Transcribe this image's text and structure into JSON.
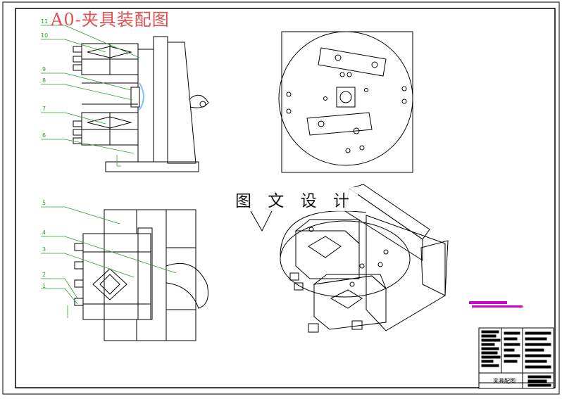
{
  "drawing": {
    "title": "A0-夹具装配图",
    "watermark": "图 文 设 计",
    "title_block_name": "夹具配图",
    "balloons": [
      "11",
      "10",
      "9",
      "8",
      "7",
      "6",
      "5",
      "4",
      "3",
      "2",
      "1"
    ],
    "colors": {
      "line": "#000000",
      "leader": "#2b9f2b",
      "title": "#e05050",
      "marker": "#cc00cc",
      "highlight": "#a9d8ff"
    }
  }
}
